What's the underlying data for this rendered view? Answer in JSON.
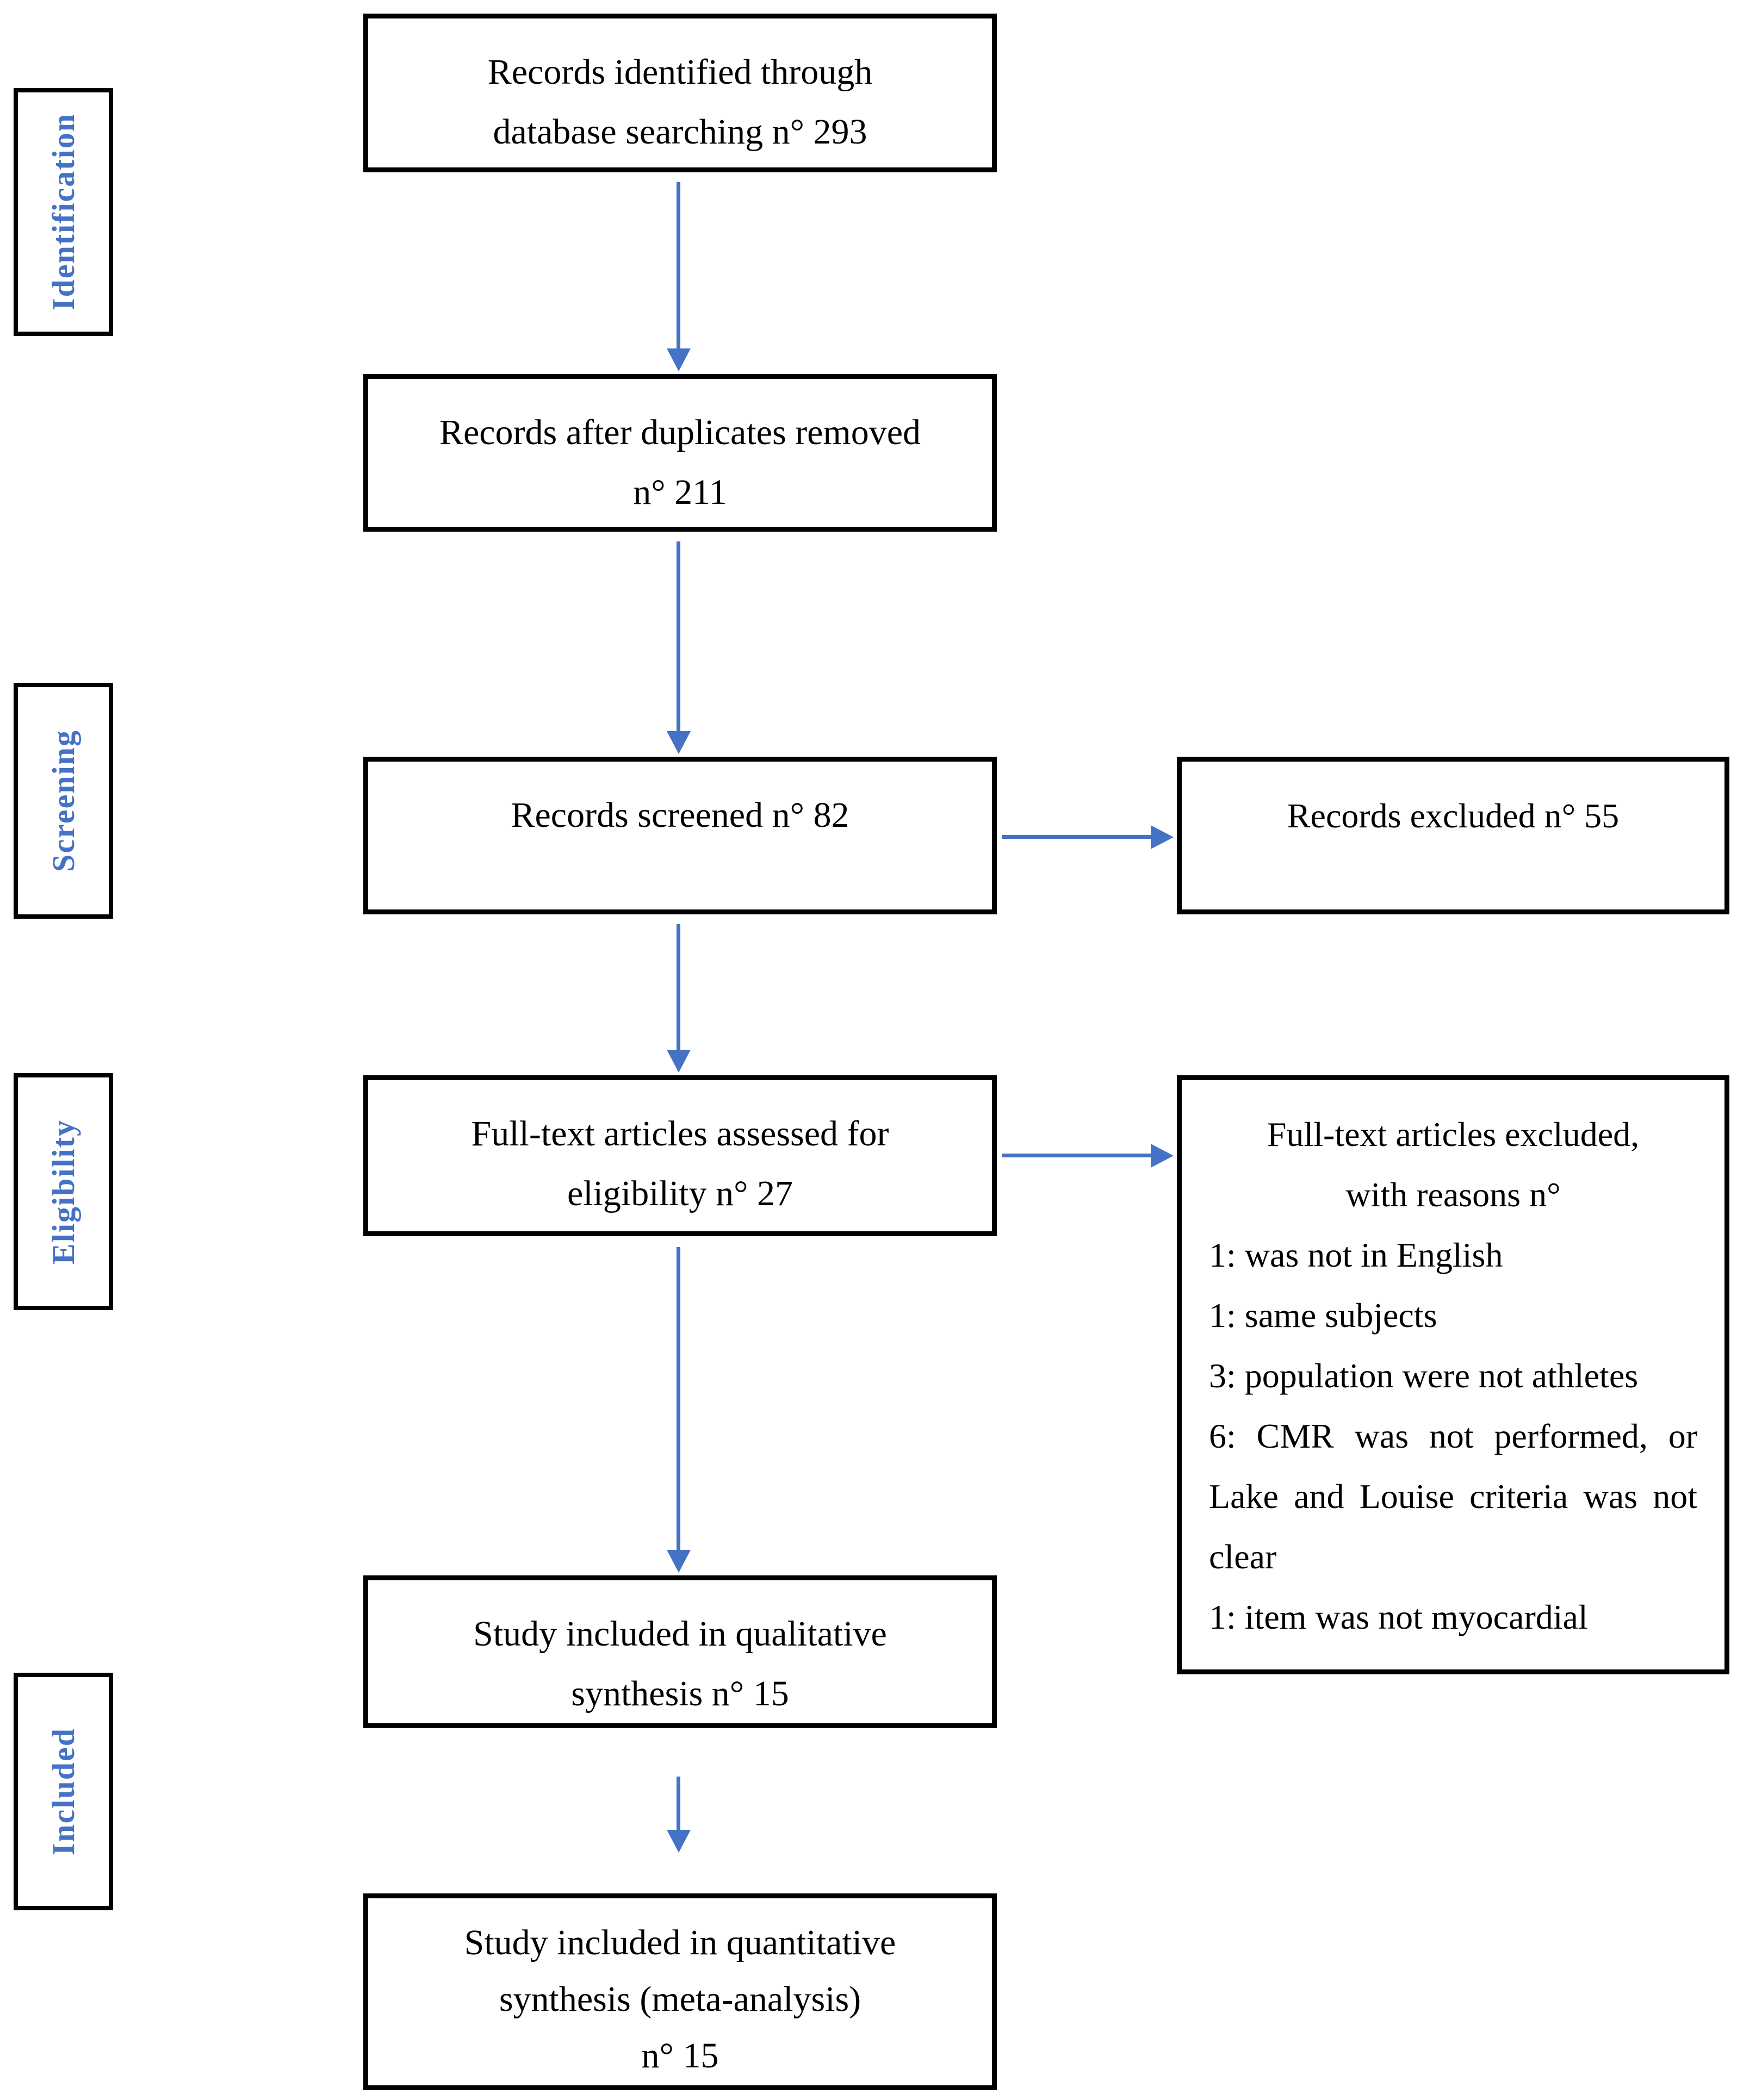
{
  "colors": {
    "accent_blue": "#4472C4",
    "box_border": "#000000"
  },
  "side_labels": {
    "identification": "Identification",
    "screening": "Screening",
    "eligibility": "Eligibility",
    "included": "Included"
  },
  "boxes": {
    "identified": {
      "line1": "Records identified through",
      "line2": "database searching n° 293"
    },
    "duplicates": {
      "line1": "Records after duplicates removed",
      "line2": "n° 211"
    },
    "screened": {
      "line1": "Records screened n° 82"
    },
    "records_excluded": {
      "line1": "Records excluded n° 55"
    },
    "fulltext": {
      "line1": "Full-text articles assessed for",
      "line2": "eligibility n° 27"
    },
    "fulltext_excluded": {
      "heading1": "Full-text articles excluded,",
      "heading2": "with reasons n°",
      "reasons": [
        "1: was not in English",
        "1: same subjects",
        "3: population were not athletes",
        "6: CMR was not performed, or Lake and Louise criteria was not clear",
        "1: item was not myocardial"
      ]
    },
    "qualitative": {
      "line1": "Study included in qualitative",
      "line2": "synthesis n° 15"
    },
    "quantitative": {
      "line1": "Study included in quantitative",
      "line2": "synthesis (meta-analysis)",
      "line3": "n° 15"
    }
  }
}
